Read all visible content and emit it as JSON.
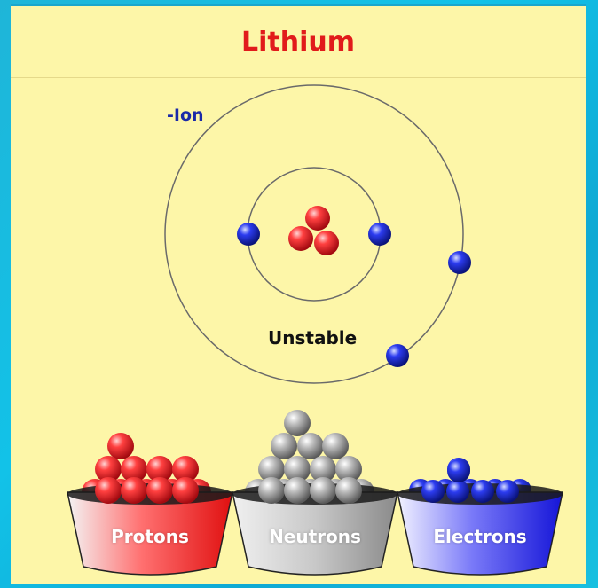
{
  "title": "Lithium",
  "charge_label": "-Ion",
  "stability_label": "Unstable",
  "buckets": [
    {
      "label": "Protons",
      "count": 10
    },
    {
      "label": "Neutrons",
      "count": 15
    },
    {
      "label": "Electrons",
      "count": 6
    }
  ],
  "atom": {
    "nucleus_protons": 3,
    "inner_shell_electrons": 2,
    "outer_shell_electrons": 2
  },
  "colors": {
    "background": "#fdf6a8",
    "title": "#e11b1b",
    "proton": "#e0242c",
    "neutron": "#9a9a9a",
    "electron": "#1f2fd0",
    "charge_label": "#1b2aa8"
  }
}
